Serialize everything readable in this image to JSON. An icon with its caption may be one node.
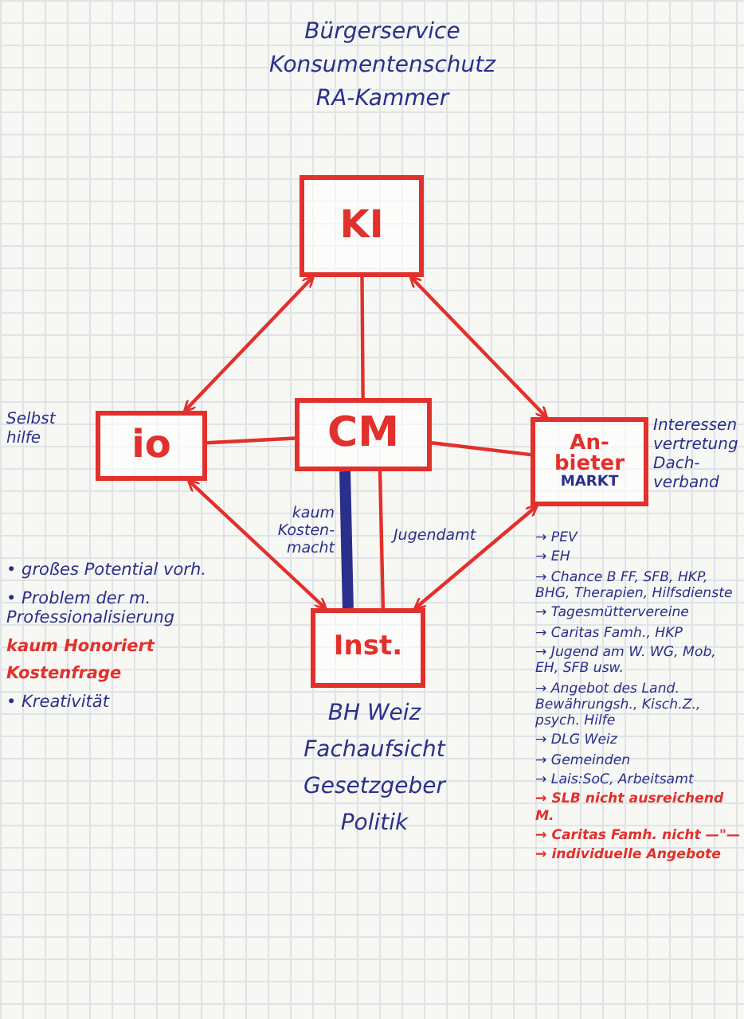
{
  "diagram": {
    "nodes": [
      {
        "text": [
          "KI"
        ]
      },
      {
        "text": [
          "io"
        ],
        "beside": [
          "Selbst hilfe"
        ]
      },
      {
        "text": [
          "CM"
        ]
      },
      {
        "text": [
          "An- bieter",
          "MARKT"
        ],
        "beside": [
          "Interessen vertretung Dach- verband"
        ]
      },
      {
        "text": [
          "Inst."
        ],
        "beside": [
          "BH Weiz",
          "Fachaufsicht",
          "Gesetzgeber",
          "Politik"
        ]
      }
    ],
    "edges": [
      {
        "from": 0,
        "to": 2,
        "arrow": "none"
      },
      {
        "from": 1,
        "to": 2,
        "arrow": "none"
      },
      {
        "from": 2,
        "to": 3,
        "arrow": "none"
      },
      {
        "from": 2,
        "to": 4,
        "arrow": "none",
        "label": "kaum Kosten- macht",
        "style": "thick",
        "color": "#2b2f8c"
      },
      {
        "from": 2,
        "to": 4,
        "arrow": "none",
        "label": "Jugendamt"
      },
      {
        "from": 0,
        "to": 1,
        "arrow": "both"
      },
      {
        "from": 0,
        "to": 3,
        "arrow": "both"
      },
      {
        "from": 1,
        "to": 4,
        "arrow": "both"
      },
      {
        "from": 3,
        "to": 4,
        "arrow": "both"
      }
    ],
    "labels": [
      "Bürgerservice",
      "Konsumentenschutz",
      "RA-Kammer",
      "• großes Potential vorh.",
      "• Problem der m. Professionalisierung",
      "kaum Honoriert",
      "Kostenfrage",
      "• Kreativität",
      "→ PEV",
      "→ EH",
      "→ Chance B FF, SFB, HKP, BHG, Therapien, Hilfsdienste",
      "→ Tagesmüttervereine",
      "→ Caritas Famh., HKP",
      "→ Jugend am W. WG, Mob, EH, SFB usw.",
      "→ Angebot des Land. Bewährungsh., Kisch.Z., psych. Hilfe",
      "→ DLG Weiz",
      "→ Gemeinden",
      "→ Lais:SoC, Arbeitsamt",
      "→ SLB nicht ausreichend M.",
      "→ Caritas Famh. nicht —\"—",
      "→ individuelle Angebote"
    ]
  }
}
